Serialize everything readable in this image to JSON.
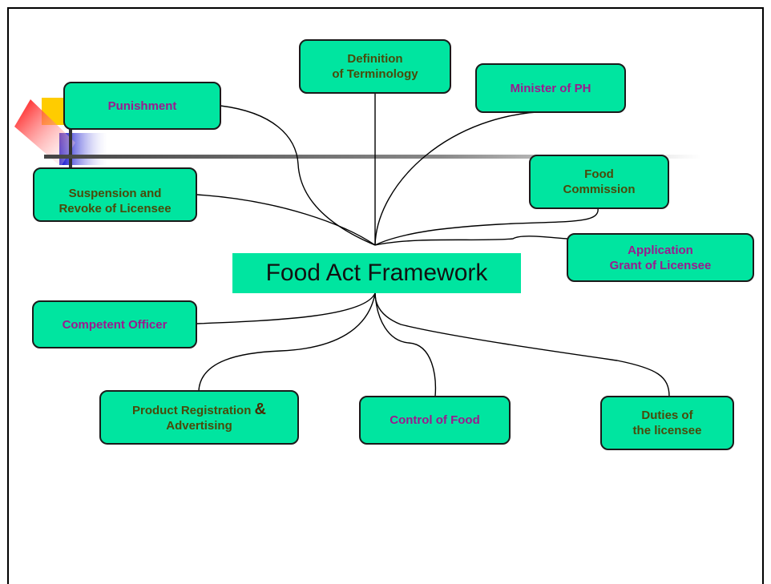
{
  "center": {
    "label": "Food Act Framework"
  },
  "nodes": {
    "definition": {
      "line1": "Definition",
      "line2": "of Terminology"
    },
    "minister": {
      "label": "Minister of PH"
    },
    "punishment": {
      "label": "Punishment"
    },
    "food_commission": {
      "line1": "Food",
      "line2": "Commission"
    },
    "suspension": {
      "line1": "Suspension and",
      "line2": "Revoke of Licensee"
    },
    "application": {
      "line1": "Application",
      "line2": "Grant of Licensee"
    },
    "competent_officer": {
      "label": "Competent Officer"
    },
    "product_registration": {
      "line1": "Product Registration ",
      "amp": "&",
      "line2": "Advertising"
    },
    "control_of_food": {
      "label": "Control of Food"
    },
    "duties": {
      "line1": "Duties of",
      "line2": "the licensee"
    }
  },
  "colors": {
    "node_fill": "#00e5a0",
    "green_text": "#4a4a0a",
    "purple_text": "#9b1a8f"
  }
}
